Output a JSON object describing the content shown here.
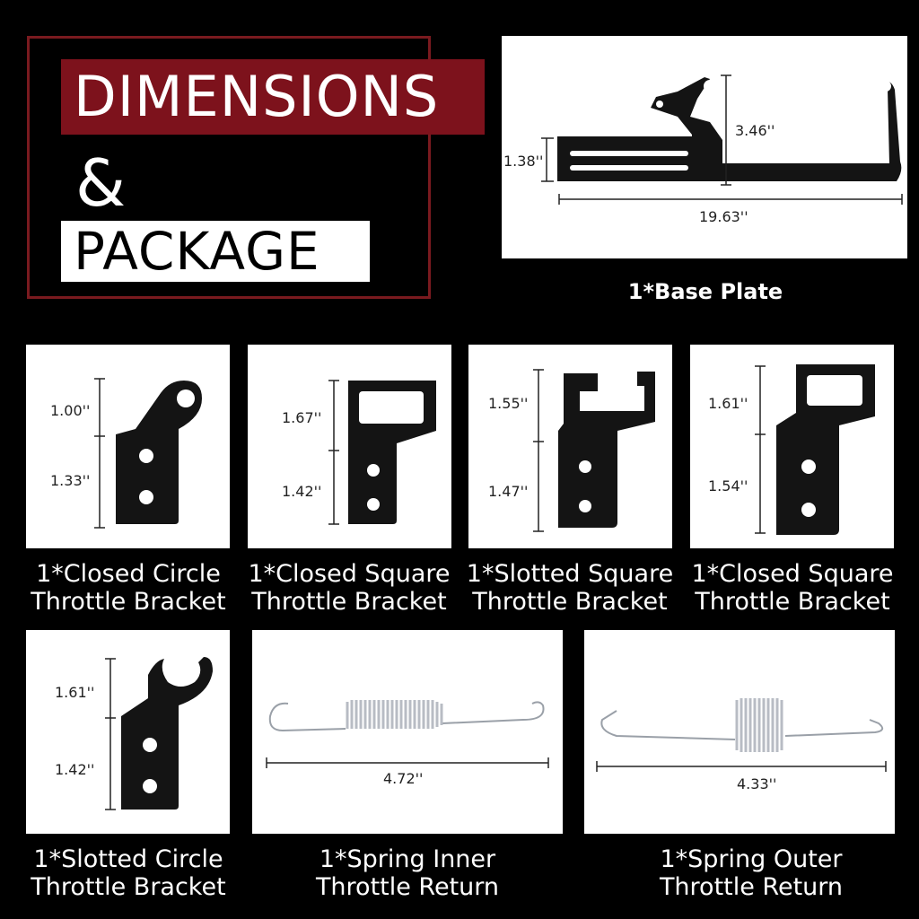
{
  "header": {
    "title_line1": "DIMENSIONS",
    "title_amp": "&",
    "title_line2": "PACKAGE"
  },
  "items": {
    "base_plate": {
      "caption": "1*Base Plate",
      "dims": [
        "1.38''",
        "3.46''",
        "19.63''"
      ]
    },
    "closed_circle": {
      "caption_1": "1*Closed Circle",
      "caption_2": "Throttle Bracket",
      "dims": [
        "1.00''",
        "1.33''"
      ]
    },
    "closed_square_a": {
      "caption_1": "1*Closed Square",
      "caption_2": "Throttle Bracket",
      "dims": [
        "1.67''",
        "1.42''"
      ]
    },
    "slotted_square": {
      "caption_1": "1*Slotted Square",
      "caption_2": "Throttle Bracket",
      "dims": [
        "1.55''",
        "1.47''"
      ]
    },
    "closed_square_b": {
      "caption_1": "1*Closed Square",
      "caption_2": "Throttle Bracket",
      "dims": [
        "1.61''",
        "1.54''"
      ]
    },
    "slotted_circle": {
      "caption_1": "1*Slotted Circle",
      "caption_2": "Throttle Bracket",
      "dims": [
        "1.61''",
        "1.42''"
      ]
    },
    "spring_inner": {
      "caption_1": "1*Spring Inner",
      "caption_2": "Throttle Return",
      "dims": [
        "4.72''"
      ]
    },
    "spring_outer": {
      "caption_1": "1*Spring Outer",
      "caption_2": "Throttle Return",
      "dims": [
        "4.33''"
      ]
    }
  },
  "colors": {
    "background": "#000000",
    "accent": "#7d121c",
    "frame": "#7a1a1f",
    "panel": "#ffffff",
    "part": "#111111",
    "spring": "#b8bcc4"
  }
}
